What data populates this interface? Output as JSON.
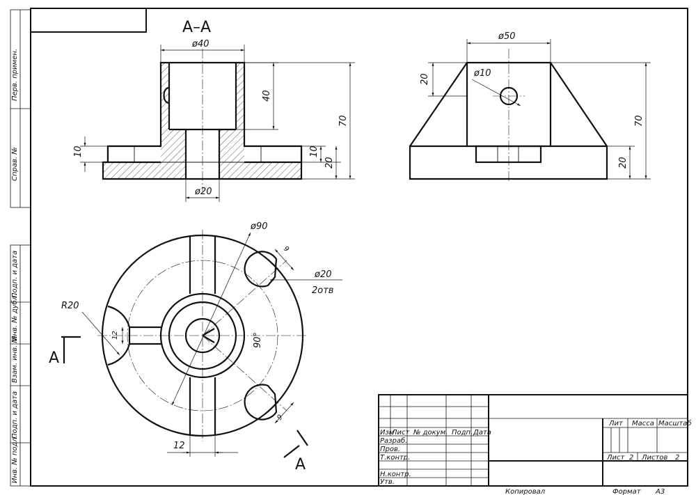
{
  "section": {
    "title": "A–A",
    "dims": {
      "d40": "ø40",
      "d20": "ø20",
      "h40": "40",
      "h70": "70",
      "h10l": "10",
      "h10r": "10",
      "h20": "20"
    }
  },
  "front": {
    "dims": {
      "d50": "ø50",
      "d10": "ø10",
      "h20top": "20",
      "h70": "70",
      "h20bot": "20"
    }
  },
  "plan": {
    "dims": {
      "d90": "ø90",
      "d20": "ø20",
      "holes": "2отв",
      "r20": "R20",
      "w12a": "12",
      "w12b": "12",
      "ang": "90°",
      "s9a": "9",
      "s9b": "9"
    },
    "cut_mark_left": "A",
    "cut_mark_right": "A"
  },
  "side_strip": {
    "labels": [
      "Перв. примен.",
      "Справ. №",
      "Подп. и дата",
      "Инв. № дубл.",
      "Взам. инв. №",
      "Подп. и дата",
      "Инв. № подл."
    ]
  },
  "title_block": {
    "cols": [
      "Изм",
      "Лист",
      "№ докум.",
      "Подп.",
      "Дата"
    ],
    "rows": [
      "Разраб.",
      "Пров.",
      "Т.контр.",
      "Н.контр.",
      "Утв."
    ],
    "lit": "Лит",
    "mass": "Масса",
    "scale": "Масштаб",
    "sheet": "Лист",
    "sheet_num": "2",
    "sheets": "Листов",
    "sheets_num": "2",
    "copied": "Копировал",
    "format": "Формат",
    "format_val": "А3"
  }
}
